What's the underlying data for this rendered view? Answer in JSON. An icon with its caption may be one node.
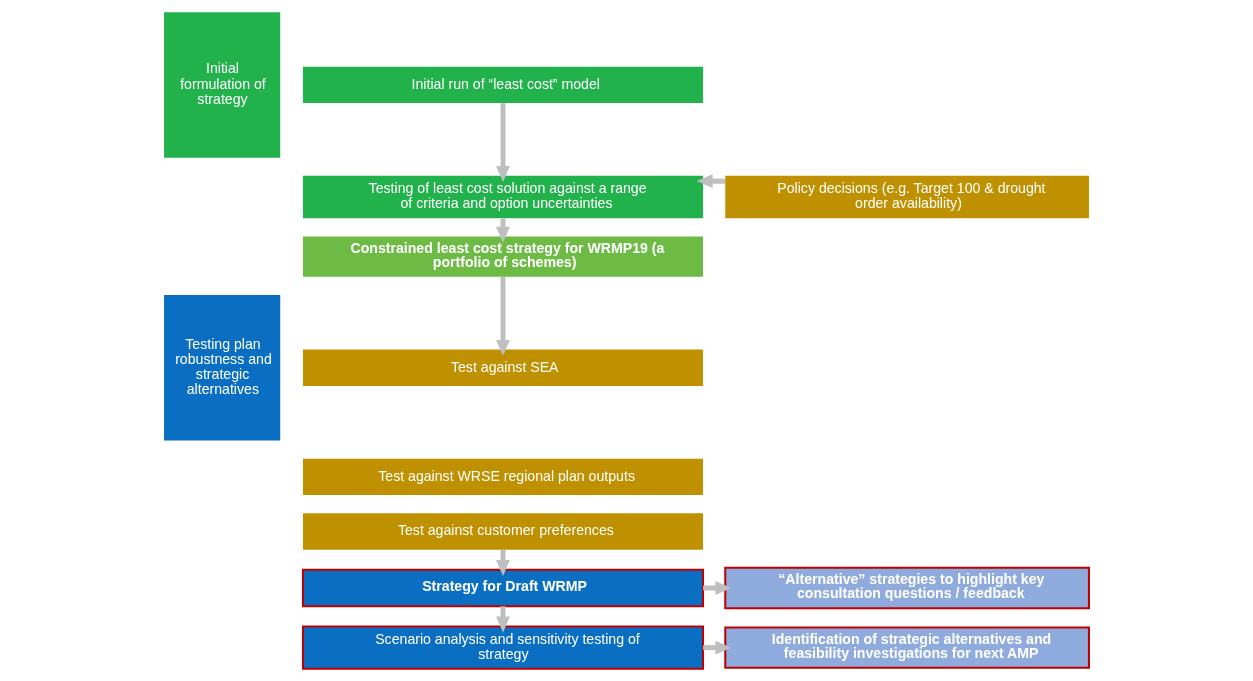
{
  "diagram": {
    "nodes": [
      {
        "text": [
          "Initial formulation of strategy"
        ]
      },
      {
        "text": [
          "Initial run of “least cost” model"
        ]
      },
      {
        "text": [
          "Testing of least cost solution against a range of criteria and option uncertainties"
        ]
      },
      {
        "text": [
          "Policy decisions (e.g. Target 100 & drought order availability)"
        ]
      },
      {
        "text": [
          "Constrained least cost strategy for WRMP19 (a portfolio of schemes)"
        ]
      },
      {
        "text": [
          "Testing plan robustness and strategic alternatives"
        ]
      },
      {
        "text": [
          "Test against SEA"
        ]
      },
      {
        "text": [
          "Test against WRSE regional plan outputs"
        ]
      },
      {
        "text": [
          "Test against customer preferences"
        ]
      },
      {
        "text": [
          "Strategy for Draft WRMP"
        ]
      },
      {
        "text": [
          "“Alternative” strategies to highlight key consultation questions / feedback"
        ]
      },
      {
        "text": [
          "Scenario analysis and sensitivity testing of strategy"
        ]
      },
      {
        "text": [
          "Identification of strategic alternatives and feasibility investigations for next AMP"
        ]
      }
    ],
    "edges": [
      {
        "from": 1,
        "to": 2,
        "arrow": "to"
      },
      {
        "from": 3,
        "to": 2,
        "arrow": "to"
      },
      {
        "from": 2,
        "to": 4,
        "arrow": "to"
      },
      {
        "from": 4,
        "to": 6,
        "arrow": "to"
      },
      {
        "from": 8,
        "to": 9,
        "arrow": "to"
      },
      {
        "from": 9,
        "to": 10,
        "arrow": "to"
      },
      {
        "from": 9,
        "to": 11,
        "arrow": "to"
      },
      {
        "from": 11,
        "to": 12,
        "arrow": "to"
      }
    ]
  }
}
